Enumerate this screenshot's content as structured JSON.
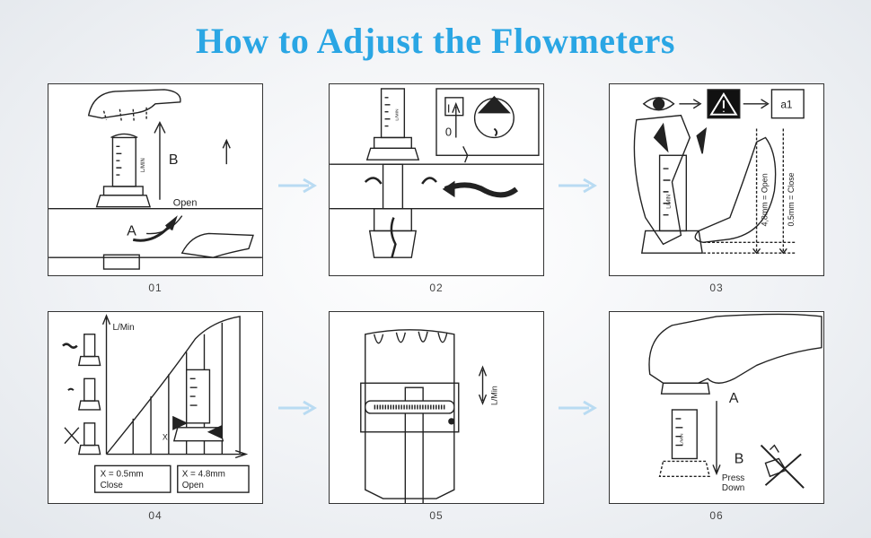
{
  "title": "How to Adjust the Flowmeters",
  "steps": [
    {
      "number": "01",
      "label_b": "B",
      "label_a": "A",
      "label_open": "Open"
    },
    {
      "number": "02",
      "label_i": "I",
      "label_o": "0"
    },
    {
      "number": "03",
      "label_a1": "a1",
      "label_open": "4,8mm = Open",
      "label_close": "0.5mm = Close"
    },
    {
      "number": "04",
      "axis_label": "L/Min",
      "box1_line1": "X = 0.5mm",
      "box1_line2": "Close",
      "box2_line1": "X = 4.8mm",
      "box2_line2": "Open",
      "x_mark": "X"
    },
    {
      "number": "05",
      "axis_label": "L/Min"
    },
    {
      "number": "06",
      "label_a": "A",
      "label_b": "B",
      "press_line1": "Press",
      "press_line2": "Down"
    }
  ],
  "tube_label": "L/MIN",
  "colors": {
    "title": "#2aa6e4",
    "arrow": "#b9dbf2",
    "line": "#222222"
  },
  "icons": [
    "hand-icon",
    "flowmeter-icon",
    "eye-icon",
    "warning-icon",
    "no-disassemble-icon"
  ]
}
